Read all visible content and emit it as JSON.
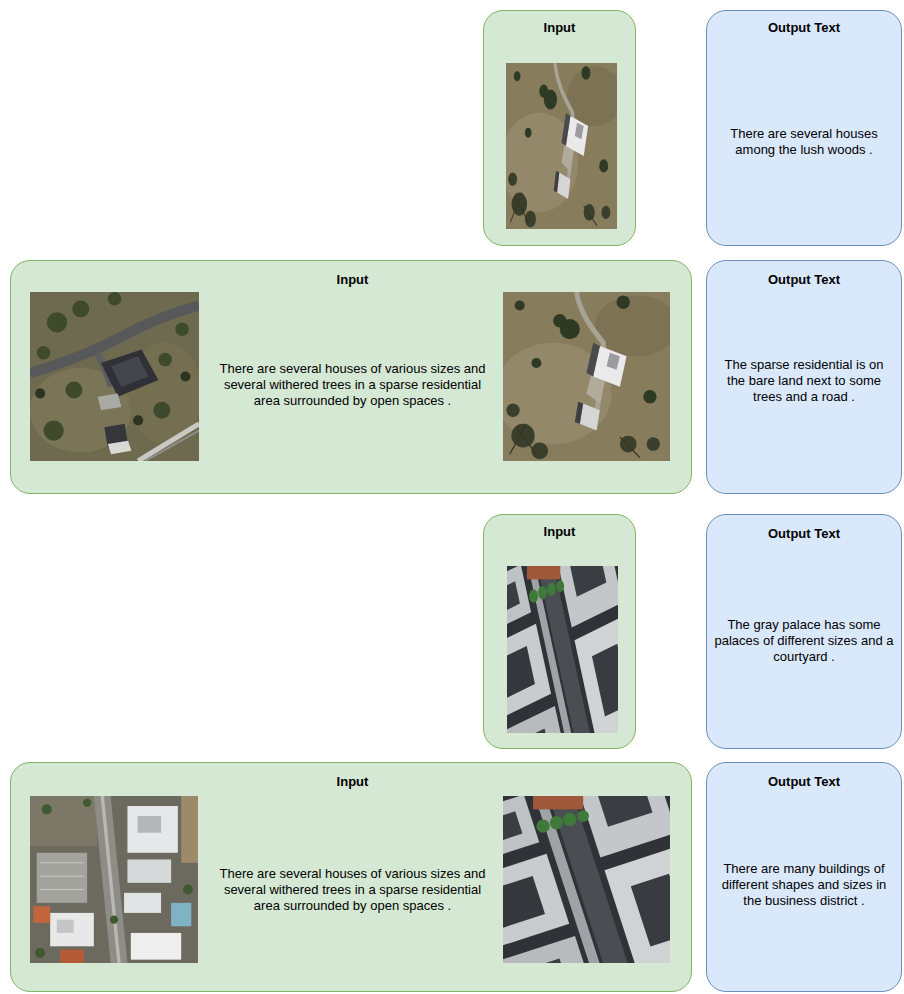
{
  "diagram": {
    "nodes": [
      {
        "text": [
          "Input"
        ]
      },
      {
        "text": [
          "Output Text",
          "There are several houses among the lush woods ."
        ]
      },
      {
        "text": [
          "Input",
          "There are several houses of various sizes and several withered trees in a sparse residential area surrounded by open spaces ."
        ]
      },
      {
        "text": [
          "Output Text",
          "The sparse residential is on the bare land next to some trees and a road ."
        ]
      },
      {
        "text": [
          "Input"
        ]
      },
      {
        "text": [
          "Output Text",
          "The gray palace has some palaces of different sizes and a courtyard ."
        ]
      },
      {
        "text": [
          "Input",
          "There are several houses of various sizes and several withered trees in a sparse residential area surrounded by open spaces ."
        ]
      },
      {
        "text": [
          "Output Text",
          "There are many buildings of different shapes and sizes in the business district ."
        ]
      }
    ],
    "edges": []
  }
}
